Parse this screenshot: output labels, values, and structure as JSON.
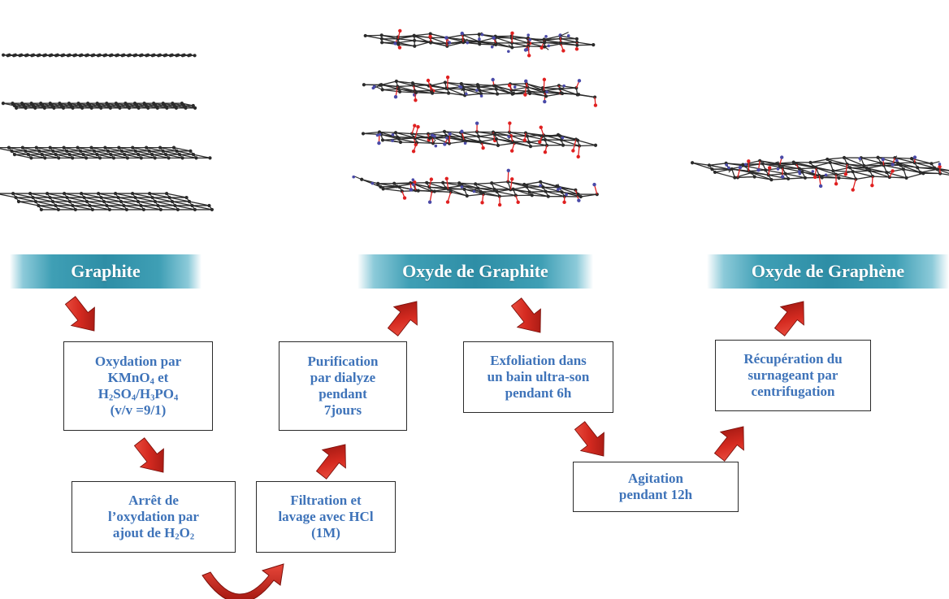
{
  "stages": {
    "graphite": "Graphite",
    "graphite_oxide": "Oxyde de Graphite",
    "graphene_oxide": "Oxyde de Graphène"
  },
  "steps": {
    "oxidation": {
      "l1": "Oxydation par",
      "l2_a": "KMnO",
      "l2_b": "4",
      "l2_c": " et",
      "l3_a": "H",
      "l3_b": "2",
      "l3_c": "SO",
      "l3_d": "4",
      "l3_e": "/H",
      "l3_f": "3",
      "l3_g": "PO",
      "l3_h": "4",
      "l4": "(v/v =9/1)"
    },
    "stop": {
      "l1": "Arrêt de",
      "l2": "l’oxydation par",
      "l3_a": "ajout de H",
      "l3_b": "2",
      "l3_c": "O",
      "l3_d": "2"
    },
    "filtration": {
      "l1": "Filtration et",
      "l2": "lavage avec HCl",
      "l3": "(1M)"
    },
    "purification": {
      "l1": "Purification",
      "l2": "par dialyze",
      "l3": "pendant",
      "l4": "7jours"
    },
    "exfoliation": {
      "l1": "Exfoliation dans",
      "l2": "un bain ultra-son",
      "l3": "pendant  6h"
    },
    "agitation": {
      "l1": "Agitation",
      "l2": "pendant 12h"
    },
    "recovery": {
      "l1": "Récupération du",
      "l2": "surnageant par",
      "l3": "centrifugation"
    }
  },
  "colors": {
    "banner": "#2e8ea6",
    "step_text": "#3e73b9",
    "arrow": "#d42a20",
    "carbon": "#2b2b2b",
    "oxygen": "#e02020",
    "hydrogen": "#4a4aa8"
  },
  "icons": {
    "graphite_structure": "stacked-graphene-layers",
    "graphite_oxide_structure": "stacked-oxidized-layers",
    "graphene_oxide_structure": "single-oxidized-layer",
    "process_arrow": "red-3d-arrow",
    "transfer_arrow": "red-curved-arrow"
  }
}
